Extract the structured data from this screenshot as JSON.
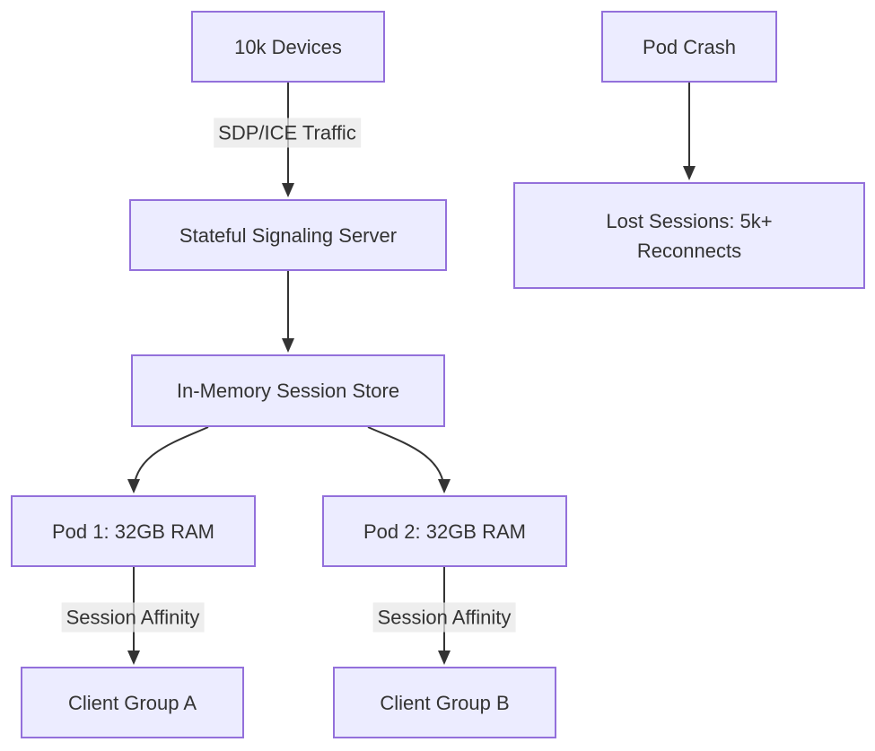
{
  "diagram": {
    "type": "flowchart",
    "direction": "top-to-bottom",
    "colors": {
      "node_fill": "#ECECFF",
      "node_border": "#9370DB",
      "text": "#333333",
      "edge": "#333333",
      "edge_label_bg": "#e8e8e8",
      "background": "#ffffff"
    },
    "nodes": [
      {
        "id": "devices",
        "label": "10k Devices"
      },
      {
        "id": "signaling",
        "label": "Stateful Signaling Server"
      },
      {
        "id": "store",
        "label": "In-Memory Session Store"
      },
      {
        "id": "pod1",
        "label": "Pod 1: 32GB RAM"
      },
      {
        "id": "pod2",
        "label": "Pod 2: 32GB RAM"
      },
      {
        "id": "groupA",
        "label": "Client Group A"
      },
      {
        "id": "groupB",
        "label": "Client Group B"
      },
      {
        "id": "podcrash",
        "label": "Pod Crash"
      },
      {
        "id": "lost",
        "label": "Lost Sessions: 5k+ Reconnects",
        "lines": [
          "Lost Sessions: 5k+",
          "Reconnects"
        ]
      }
    ],
    "edges": [
      {
        "from": "devices",
        "to": "signaling",
        "label": "SDP/ICE Traffic"
      },
      {
        "from": "signaling",
        "to": "store",
        "label": ""
      },
      {
        "from": "store",
        "to": "pod1",
        "label": ""
      },
      {
        "from": "store",
        "to": "pod2",
        "label": ""
      },
      {
        "from": "pod1",
        "to": "groupA",
        "label": "Session Affinity"
      },
      {
        "from": "pod2",
        "to": "groupB",
        "label": "Session Affinity"
      },
      {
        "from": "podcrash",
        "to": "lost",
        "label": ""
      }
    ]
  }
}
